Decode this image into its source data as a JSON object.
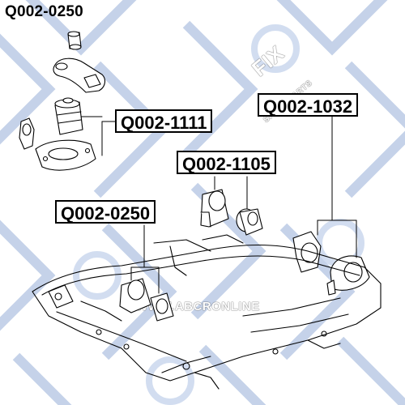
{
  "page_title": "Q002-0250",
  "part_labels": {
    "engine_mount_1111": "Q002-1111",
    "engine_mount_1105": "Q002-1105",
    "engine_mount_0250": "Q002-0250",
    "engine_mount_1032": "Q002-1032"
  },
  "watermark": {
    "brand": "FIX",
    "tagline": "SPARE PARTS",
    "site": "WWW.ABCRONLINE"
  },
  "colors": {
    "frame_blue": "#b9c9e6",
    "line": "#000000",
    "background": "#ffffff"
  }
}
